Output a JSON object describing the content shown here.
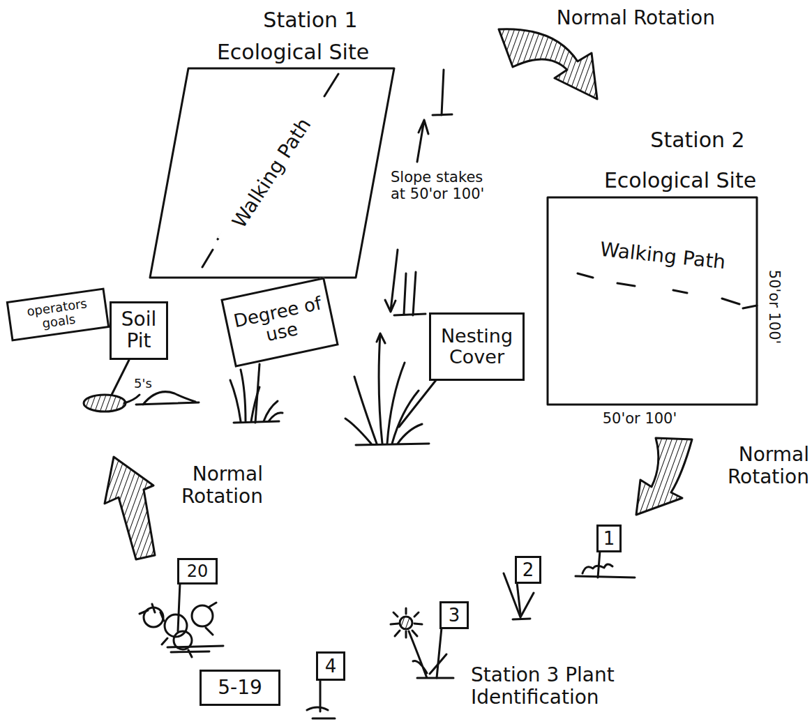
{
  "diagram": {
    "nodes": [
      {
        "text": [
          "Station 1",
          "Ecological Site",
          "Walking Path"
        ]
      },
      {
        "text": [
          "Station 2",
          "Ecological Site",
          "Walking Path"
        ]
      },
      {
        "text": [
          "operators goals"
        ]
      },
      {
        "text": [
          "Soil Pit"
        ]
      },
      {
        "text": [
          "Degree of use"
        ]
      },
      {
        "text": [
          "Nesting Cover"
        ]
      },
      {
        "text": [
          "1"
        ]
      },
      {
        "text": [
          "2"
        ]
      },
      {
        "text": [
          "3"
        ]
      },
      {
        "text": [
          "4"
        ]
      },
      {
        "text": [
          "5-19"
        ]
      },
      {
        "text": [
          "20"
        ]
      }
    ],
    "labels": [
      "Normal Rotation",
      "Slope stakes at 50'or 100'",
      "5's",
      "50'or 100'",
      "50'or 100'",
      "Normal Rotation",
      "Normal Rotation",
      "Station 3 Plant Identification"
    ]
  }
}
